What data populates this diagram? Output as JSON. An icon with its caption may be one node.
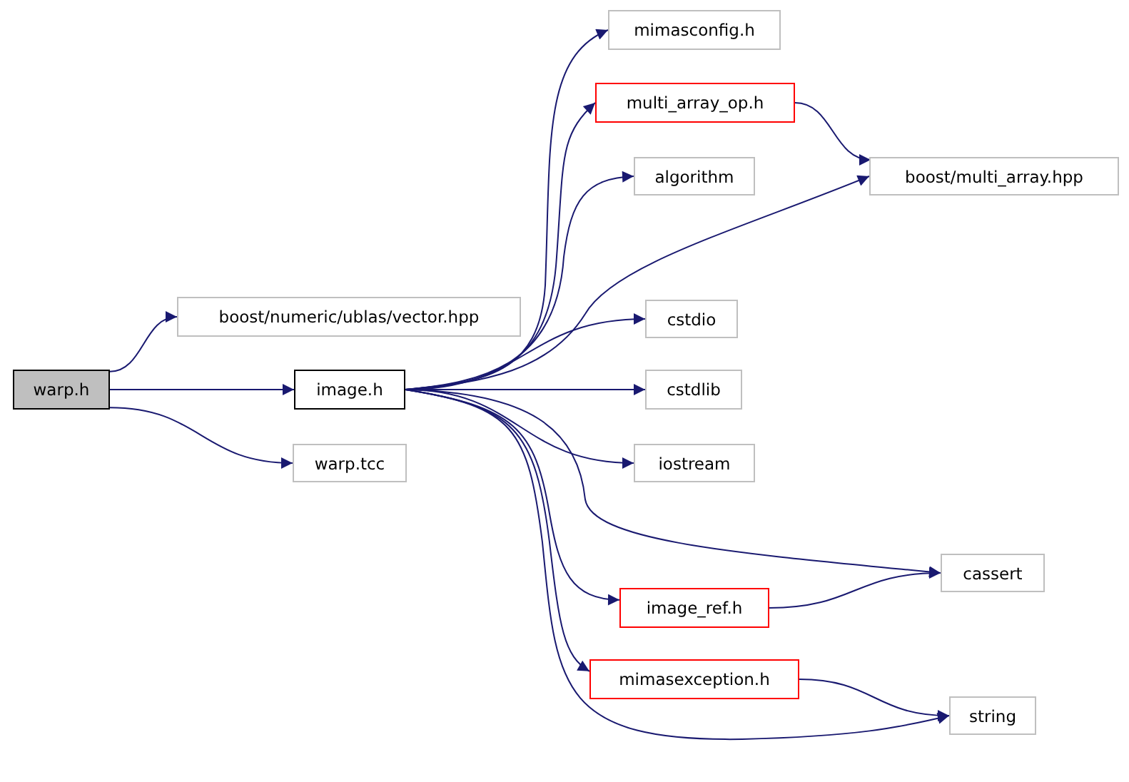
{
  "diagram": {
    "nodes": [
      {
        "text": [
          "warp.h"
        ]
      },
      {
        "text": [
          "boost/numeric/ublas/vector.hpp"
        ]
      },
      {
        "text": [
          "image.h"
        ]
      },
      {
        "text": [
          "warp.tcc"
        ]
      },
      {
        "text": [
          "mimasconfig.h"
        ]
      },
      {
        "text": [
          "multi_array_op.h"
        ]
      },
      {
        "text": [
          "algorithm"
        ]
      },
      {
        "text": [
          "boost/multi_array.hpp"
        ]
      },
      {
        "text": [
          "cstdio"
        ]
      },
      {
        "text": [
          "cstdlib"
        ]
      },
      {
        "text": [
          "iostream"
        ]
      },
      {
        "text": [
          "cassert"
        ]
      },
      {
        "text": [
          "image_ref.h"
        ]
      },
      {
        "text": [
          "mimasexception.h"
        ]
      },
      {
        "text": [
          "string"
        ]
      }
    ],
    "edges": [
      {
        "from": 0,
        "to": 1,
        "arrow": "to"
      },
      {
        "from": 0,
        "to": 2,
        "arrow": "to"
      },
      {
        "from": 0,
        "to": 3,
        "arrow": "to"
      },
      {
        "from": 2,
        "to": 4,
        "arrow": "to"
      },
      {
        "from": 2,
        "to": 5,
        "arrow": "to"
      },
      {
        "from": 2,
        "to": 6,
        "arrow": "to"
      },
      {
        "from": 2,
        "to": 7,
        "arrow": "to"
      },
      {
        "from": 2,
        "to": 8,
        "arrow": "to"
      },
      {
        "from": 2,
        "to": 9,
        "arrow": "to"
      },
      {
        "from": 2,
        "to": 10,
        "arrow": "to"
      },
      {
        "from": 2,
        "to": 11,
        "arrow": "to"
      },
      {
        "from": 2,
        "to": 12,
        "arrow": "to"
      },
      {
        "from": 2,
        "to": 13,
        "arrow": "to"
      },
      {
        "from": 2,
        "to": 14,
        "arrow": "to"
      },
      {
        "from": 5,
        "to": 7,
        "arrow": "to"
      },
      {
        "from": 12,
        "to": 11,
        "arrow": "to"
      },
      {
        "from": 13,
        "to": 14,
        "arrow": "to"
      }
    ]
  }
}
